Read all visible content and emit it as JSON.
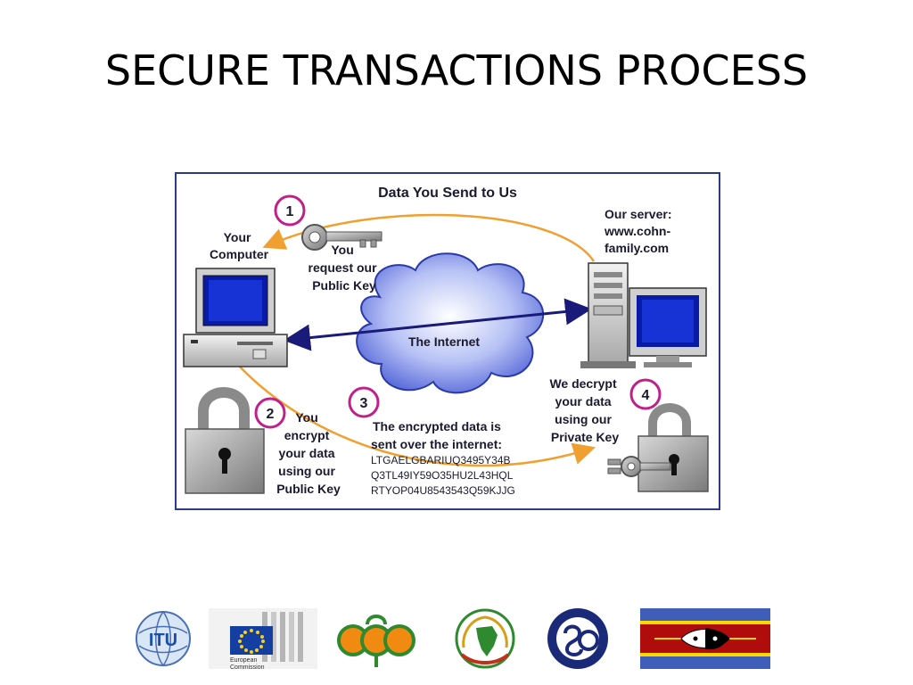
{
  "slide": {
    "title": "SECURE TRANSACTIONS PROCESS"
  },
  "diagram": {
    "heading": "Data You Send to Us",
    "your_computer": [
      "Your",
      "Computer"
    ],
    "server": [
      "Our server:",
      "www.cohn-",
      "family.com"
    ],
    "step1": {
      "number": "1",
      "text": [
        "You",
        "request our",
        "Public Key"
      ]
    },
    "step2": {
      "number": "2",
      "text": [
        "You",
        "encrypt",
        "your data",
        "using our",
        "Public Key"
      ]
    },
    "step3": {
      "number": "3",
      "text": [
        "The encrypted data is",
        "sent over the internet:"
      ],
      "cipher": [
        "LTGAELGBARIUQ3495Y34B",
        "Q3TL49IY59O35HU2L43HQL",
        "RTYOP04U8543543Q59KJJG"
      ]
    },
    "step4": {
      "number": "4",
      "text": [
        "We decrypt",
        "your data",
        "using our",
        "Private Key"
      ]
    },
    "internet": "The Internet"
  },
  "logos": {
    "itu": "ITU",
    "european_commission": [
      "European",
      "Commission"
    ]
  },
  "colors": {
    "border": "#2b3a8c",
    "arrow_orange": "#f0a030",
    "arrow_navy": "#1a1a7a",
    "badge_ring": "#c0208a",
    "cloud": "#6d7fe0",
    "screen": "#0a1aa8"
  }
}
